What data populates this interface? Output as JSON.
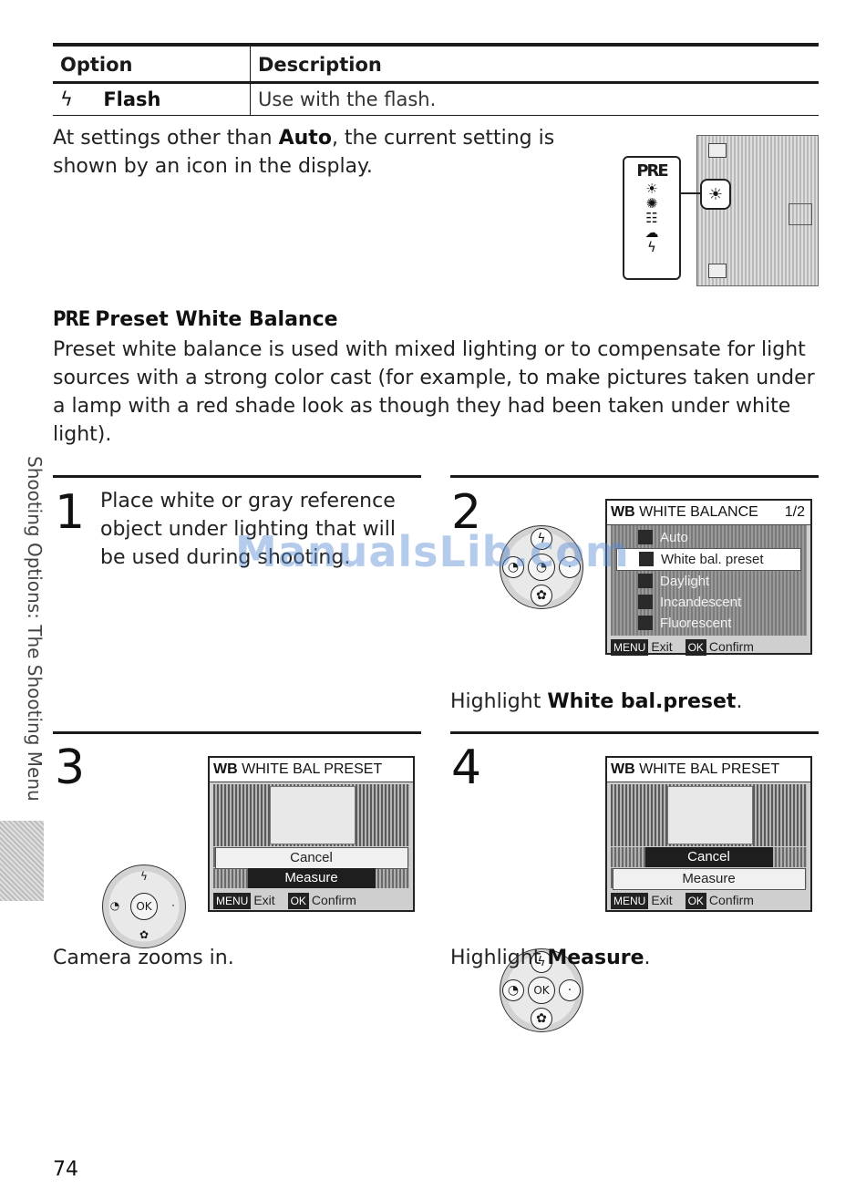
{
  "option_table": {
    "headers": [
      "Option",
      "Description"
    ],
    "rows": [
      {
        "icon": "flash-icon",
        "option": "Flash",
        "description": "Use with the flash."
      }
    ]
  },
  "intro": {
    "pre": "At settings other than ",
    "bold": "Auto",
    "post": ", the current setting is shown by an icon in the display."
  },
  "wb_illustration": {
    "strip_label": "PRE"
  },
  "section": {
    "icon_label": "PRE",
    "title": "Preset White Balance",
    "body": "Preset white balance is used with mixed lighting or to compensate for light sources with a strong color cast (for example, to make pictures taken under a lamp with a red shade look as though they had been taken under white light)."
  },
  "side_tab": "Shooting Options: The Shooting Menu",
  "steps": {
    "s1": {
      "number": "1",
      "text": "Place white or gray reference object under lighting that will be used during shooting."
    },
    "s2": {
      "number": "2",
      "screen": {
        "title": "WHITE BALANCE",
        "title_prefix": "WB",
        "page": "1/2",
        "items": [
          "Auto",
          "White bal. preset",
          "Daylight",
          "Incandescent",
          "Fluorescent"
        ],
        "footer_menu_key": "MENU",
        "footer_exit": "Exit",
        "footer_ok_key": "OK",
        "footer_confirm": "Confirm"
      },
      "caption_pre": "Highlight ",
      "caption_bold": "White bal.preset",
      "caption_post": "."
    },
    "s3": {
      "number": "3",
      "screen": {
        "title": "WHITE BAL PRESET",
        "title_prefix": "WB",
        "cancel": "Cancel",
        "measure": "Measure",
        "footer_menu_key": "MENU",
        "footer_exit": "Exit",
        "footer_ok_key": "OK",
        "footer_confirm": "Confirm"
      },
      "caption": "Camera zooms in."
    },
    "s4": {
      "number": "4",
      "screen": {
        "title": "WHITE BAL PRESET",
        "title_prefix": "WB",
        "cancel": "Cancel",
        "measure": "Measure",
        "footer_menu_key": "MENU",
        "footer_exit": "Exit",
        "footer_ok_key": "OK",
        "footer_confirm": "Confirm"
      },
      "caption_pre": "Highlight ",
      "caption_bold": "Measure",
      "caption_post": "."
    }
  },
  "dial": {
    "center_label": "OK"
  },
  "watermark": "ManualsLib.com",
  "page_number": "74"
}
